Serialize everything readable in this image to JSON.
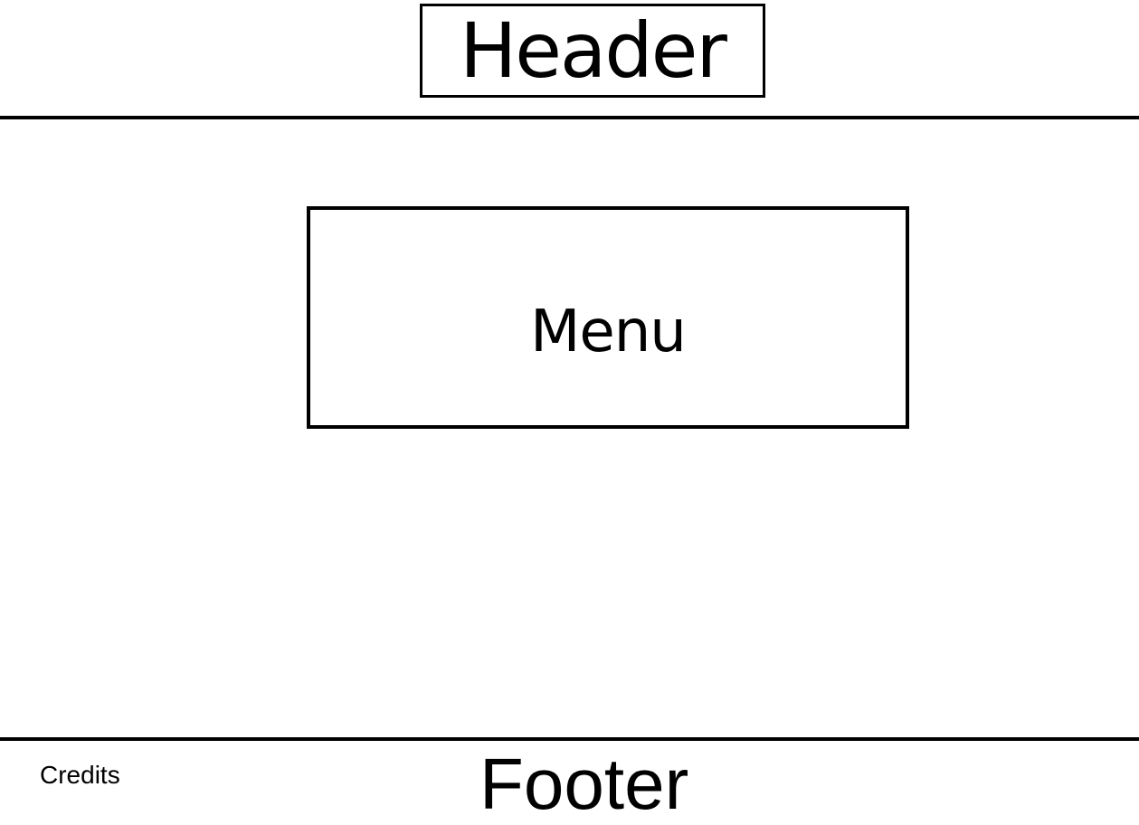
{
  "header": {
    "title": "Header"
  },
  "main": {
    "menu_label": "Menu"
  },
  "footer": {
    "credits_label": "Credits",
    "title": "Footer"
  },
  "colors": {
    "background": "#ffffff",
    "ink": "#000000"
  }
}
